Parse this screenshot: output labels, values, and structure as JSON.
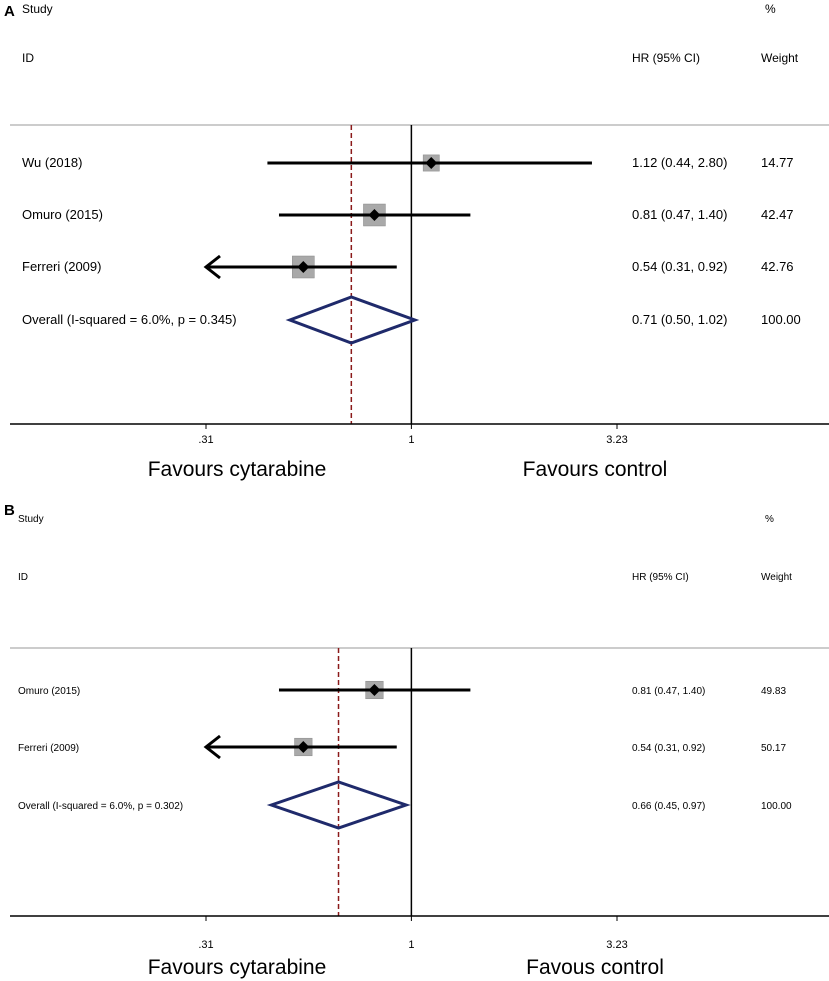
{
  "chart_data": [
    {
      "type": "forest",
      "panel_label": "A",
      "header": {
        "study": "Study",
        "id": "ID",
        "effect": "HR (95% CI)",
        "percent": "%",
        "weight": "Weight"
      },
      "x_scale": "log",
      "reference_line": 1,
      "overall_line": 0.71,
      "ticks": [
        {
          "value": 0.31,
          "label": ".31"
        },
        {
          "value": 1,
          "label": "1"
        },
        {
          "value": 3.23,
          "label": "3.23"
        }
      ],
      "left_label": "Favours cytarabine",
      "right_label": "Favours control",
      "studies": [
        {
          "name": "Wu (2018)",
          "hr": 1.12,
          "lower": 0.44,
          "upper": 2.8,
          "arrow_left": false,
          "ci_text": "1.12 (0.44, 2.80)",
          "weight": 14.77,
          "weight_text": "14.77"
        },
        {
          "name": "Omuro (2015)",
          "hr": 0.81,
          "lower": 0.47,
          "upper": 1.4,
          "arrow_left": false,
          "ci_text": "0.81 (0.47, 1.40)",
          "weight": 42.47,
          "weight_text": "42.47"
        },
        {
          "name": "Ferreri (2009)",
          "hr": 0.54,
          "lower": 0.31,
          "upper": 0.92,
          "arrow_left": true,
          "ci_text": "0.54 (0.31, 0.92)",
          "weight": 42.76,
          "weight_text": "42.76"
        }
      ],
      "overall": {
        "name": "Overall  (I-squared = 6.0%, p = 0.345)",
        "hr": 0.71,
        "lower": 0.5,
        "upper": 1.02,
        "ci_text": "0.71 (0.50, 1.02)",
        "weight_text": "100.00"
      },
      "colors": {
        "diamond": "#1f2a6b",
        "overall_line": "#8b1a1a",
        "box": "#a9a9a9",
        "rule": "#999999"
      }
    },
    {
      "type": "forest",
      "panel_label": "B",
      "header": {
        "study": "Study",
        "id": "ID",
        "effect": "HR (95% CI)",
        "percent": "%",
        "weight": "Weight"
      },
      "x_scale": "log",
      "reference_line": 1,
      "overall_line": 0.66,
      "ticks": [
        {
          "value": 0.31,
          "label": ".31"
        },
        {
          "value": 1,
          "label": "1"
        },
        {
          "value": 3.23,
          "label": "3.23"
        }
      ],
      "left_label": "Favours cytarabine",
      "right_label": "Favous control",
      "studies": [
        {
          "name": "Omuro (2015)",
          "hr": 0.81,
          "lower": 0.47,
          "upper": 1.4,
          "arrow_left": false,
          "ci_text": "0.81 (0.47, 1.40)",
          "weight": 49.83,
          "weight_text": "49.83"
        },
        {
          "name": "Ferreri (2009)",
          "hr": 0.54,
          "lower": 0.31,
          "upper": 0.92,
          "arrow_left": true,
          "ci_text": "0.54 (0.31, 0.92)",
          "weight": 50.17,
          "weight_text": "50.17"
        }
      ],
      "overall": {
        "name": "Overall  (I-squared = 6.0%, p = 0.302)",
        "hr": 0.66,
        "lower": 0.45,
        "upper": 0.97,
        "ci_text": "0.66 (0.45, 0.97)",
        "weight_text": "100.00"
      },
      "colors": {
        "diamond": "#1f2a6b",
        "overall_line": "#8b1a1a",
        "box": "#a9a9a9",
        "rule": "#999999"
      }
    }
  ]
}
